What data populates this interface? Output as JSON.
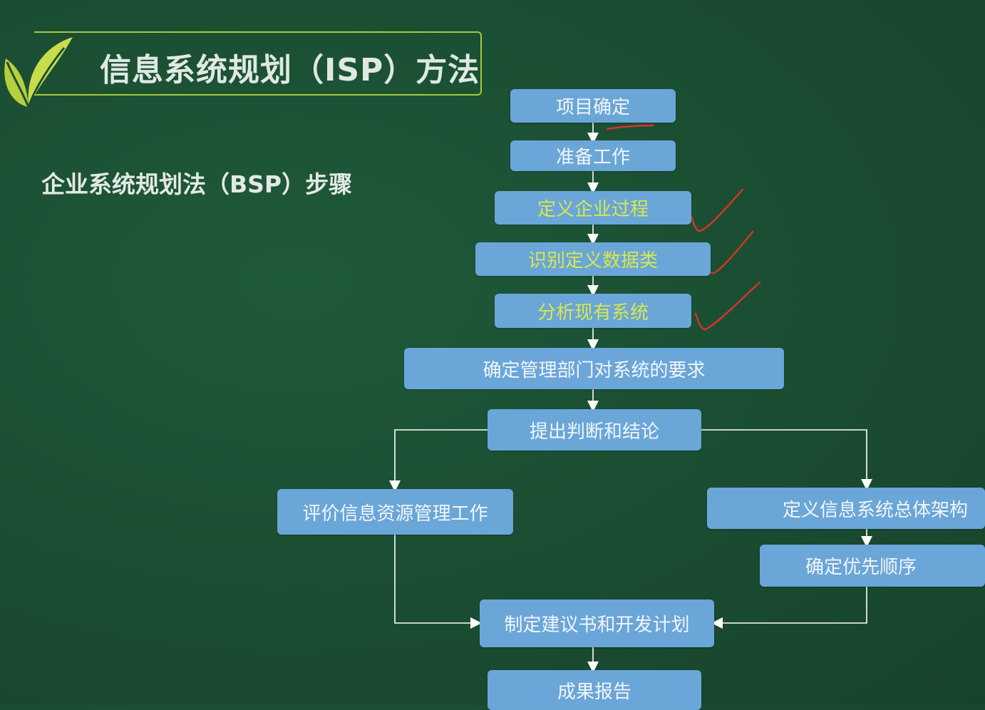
{
  "header": {
    "title": "信息系统规划（ISP）方法",
    "logo": "green-leaf-logo"
  },
  "section": {
    "subtitle": "企业系统规划法（BSP）步骤"
  },
  "flow": {
    "steps": {
      "project": "项目确定",
      "prepare": "准备工作",
      "define_process": "定义企业过程",
      "define_data": "识别定义数据类",
      "analyze": "分析现有系统",
      "requirements": "确定管理部门对系统的要求",
      "judge": "提出判断和结论",
      "evaluate": "评价信息资源管理工作",
      "architecture": "定义信息系统总体架构",
      "priority": "确定优先顺序",
      "plan": "制定建议书和开发计划",
      "report": "成果报告"
    },
    "highlighted_steps": [
      "define_process",
      "define_data",
      "analyze"
    ],
    "annotations": [
      "checkmark",
      "checkmark",
      "checkmark",
      "underline"
    ]
  },
  "colors": {
    "background": "#1b4f33",
    "node_fill": "#6aa6d8",
    "node_text": "#f2f6fa",
    "highlight_text": "#d8e84a",
    "title_border": "#a7c93a",
    "annotation": "#e0302a"
  }
}
